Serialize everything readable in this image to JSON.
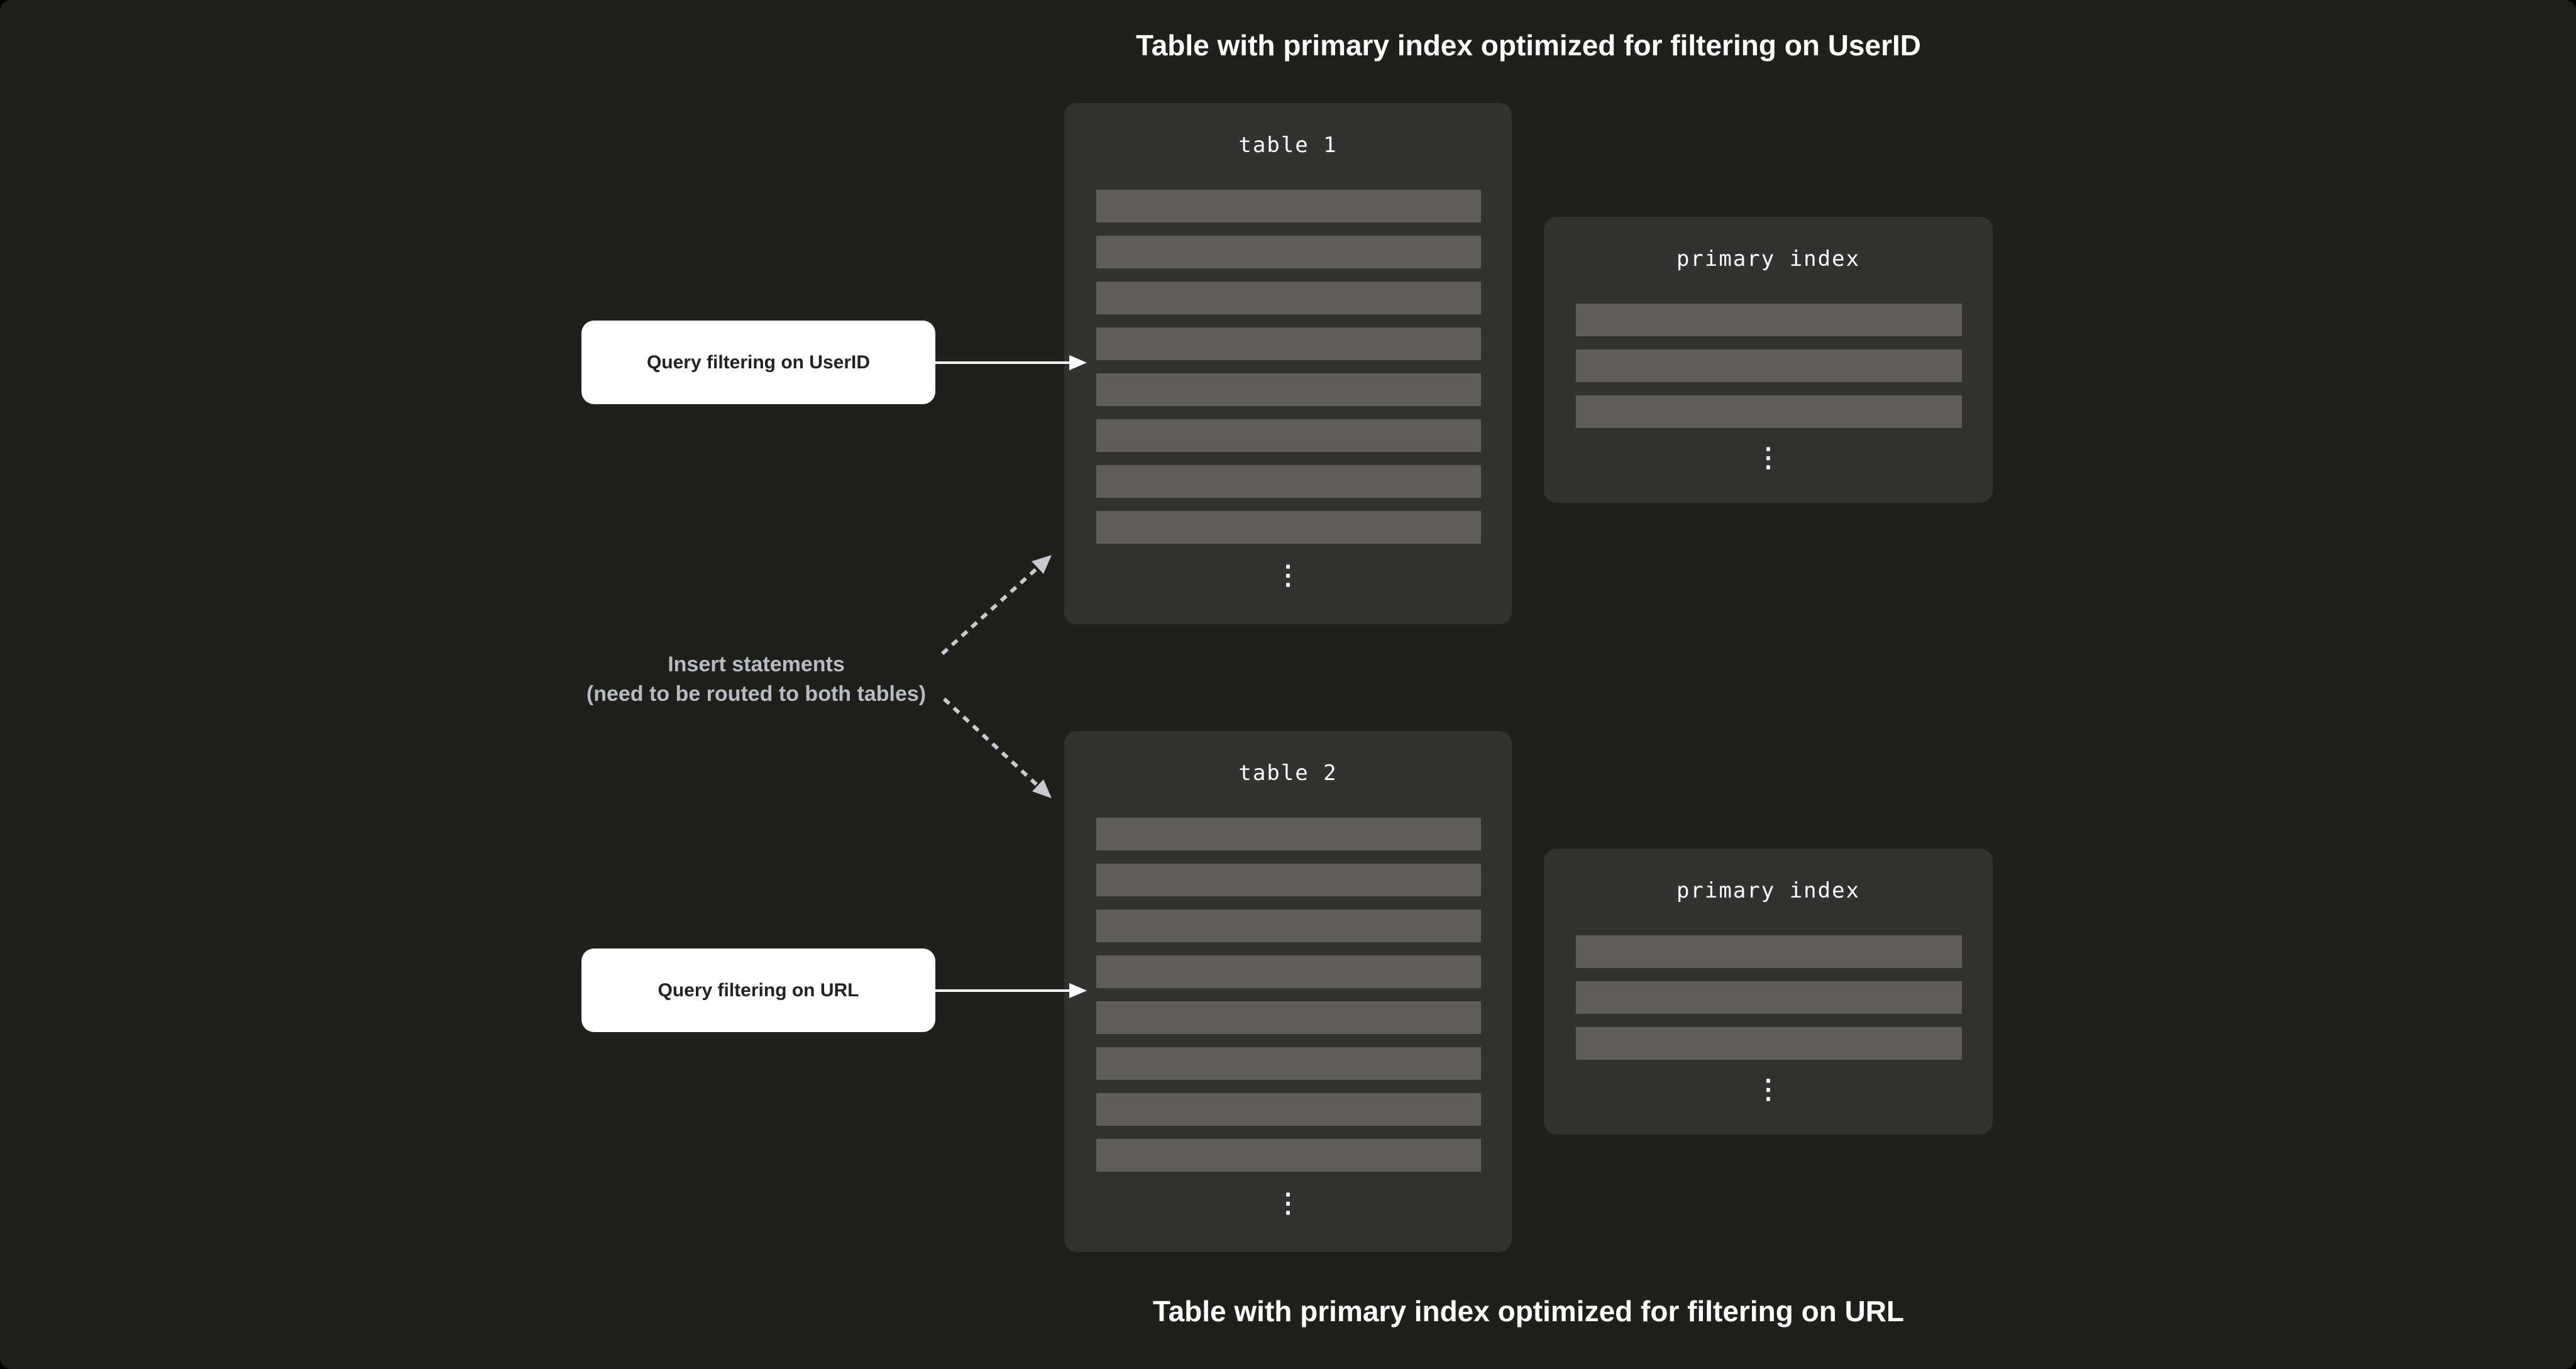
{
  "titles": {
    "top": "Table with primary index optimized for filtering on UserID",
    "bottom": "Table with primary index optimized for filtering on URL"
  },
  "buttons": {
    "query_userid": "Query filtering on UserID",
    "query_url": "Query filtering on URL"
  },
  "annotation": {
    "line1": "Insert statements",
    "line2": "(need to be routed to both tables)"
  },
  "tables": {
    "table1": {
      "label": "table 1",
      "row_count": 8
    },
    "table2": {
      "label": "table 2",
      "row_count": 8
    },
    "index1": {
      "label": "primary index",
      "row_count": 3
    },
    "index2": {
      "label": "primary index",
      "row_count": 3
    }
  },
  "glyphs": {
    "vertical_ellipsis": "⋮"
  },
  "colors": {
    "background": "#1f1f1b",
    "panel": "#323231",
    "row": "#5e5d5b",
    "title_text": "#ffffff",
    "button_bg": "#ffffff",
    "button_text": "#222222",
    "annotation_text": "#b8bcc2",
    "solid_arrow": "#ffffff",
    "dashed_arrow": "#c7cad0"
  }
}
